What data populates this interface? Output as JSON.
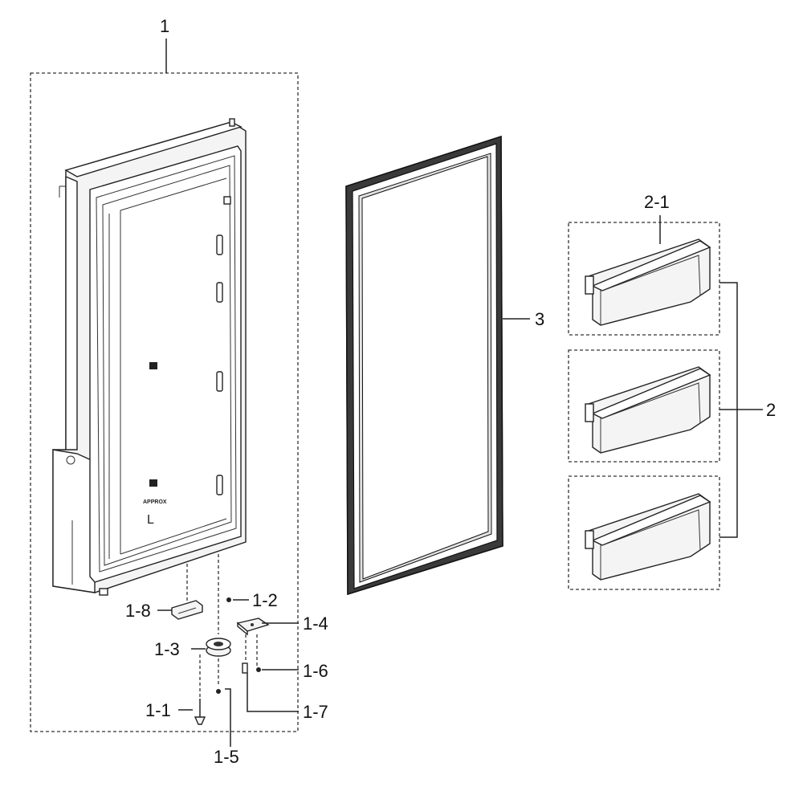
{
  "callouts": {
    "door_assembly": "1",
    "bolt_1_1": "1-1",
    "cap_1_2": "1-2",
    "hinge_cover_1_3": "1-3",
    "hinge_bracket_1_4": "1-4",
    "screw_1_5": "1-5",
    "screw_1_6": "1-6",
    "pin_1_7": "1-7",
    "stopper_1_8": "1-8",
    "guard_assembly": "2",
    "guard_2_1": "2-1",
    "gasket": "3"
  },
  "door_markings": {
    "model_text": "APPROX",
    "side_letter": "L"
  }
}
